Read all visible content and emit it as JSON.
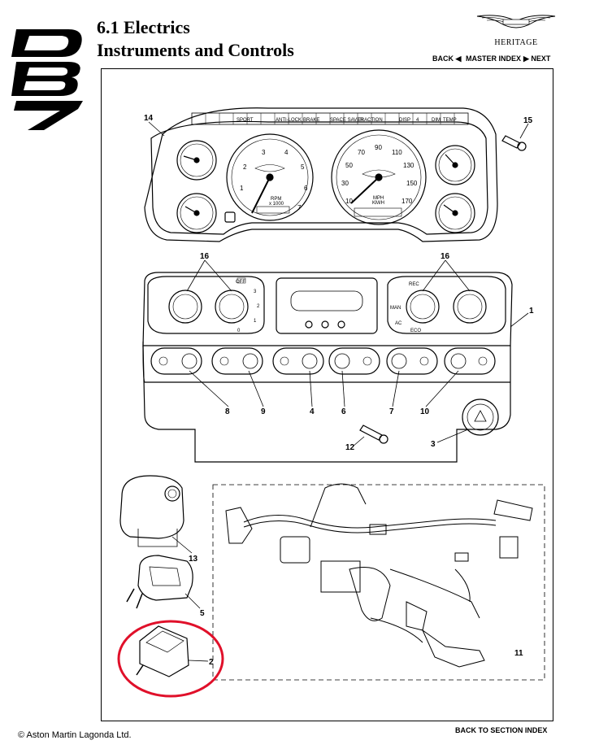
{
  "header": {
    "logo_text": "DB7",
    "section_number": "6.1 Electrics",
    "section_title": "Instruments and Controls",
    "brand_name": "ASTON MARTIN",
    "brand_sub": "HERITAGE"
  },
  "nav": {
    "back": "BACK ◀",
    "master_index": "MASTER INDEX",
    "next": "▶ NEXT"
  },
  "callouts": [
    "14",
    "15",
    "16",
    "16",
    "1",
    "8",
    "9",
    "4",
    "6",
    "7",
    "10",
    "3",
    "12",
    "13",
    "5",
    "2",
    "11"
  ],
  "warning_strip": [
    "SPORT",
    "ANTI-LOCK",
    "BRAKE",
    "SPACE SAVER",
    "TRACTION",
    "DISP",
    "4",
    "DIM",
    "TEMP"
  ],
  "rpm_gauge": {
    "numbers": [
      "1",
      "2",
      "3",
      "4",
      "5",
      "6",
      "7"
    ],
    "label": "RPM",
    "sub": "x 1000"
  },
  "speed_gauge": {
    "numbers": [
      "10",
      "30",
      "50",
      "70",
      "90",
      "110",
      "130",
      "150",
      "170"
    ],
    "label": "MPH",
    "sub": "KM/H"
  },
  "heater_left": {
    "marks": [
      "OFF",
      "3",
      "2",
      "1",
      "0"
    ]
  },
  "heater_right": {
    "marks": [
      "REC",
      "MAN",
      "AC",
      "ECO"
    ]
  },
  "footer": {
    "copyright": "© Aston Martin Lagonda Ltd.",
    "back_to_section": "BACK TO SECTION INDEX"
  },
  "colors": {
    "highlight_ring": "#e0102a"
  }
}
